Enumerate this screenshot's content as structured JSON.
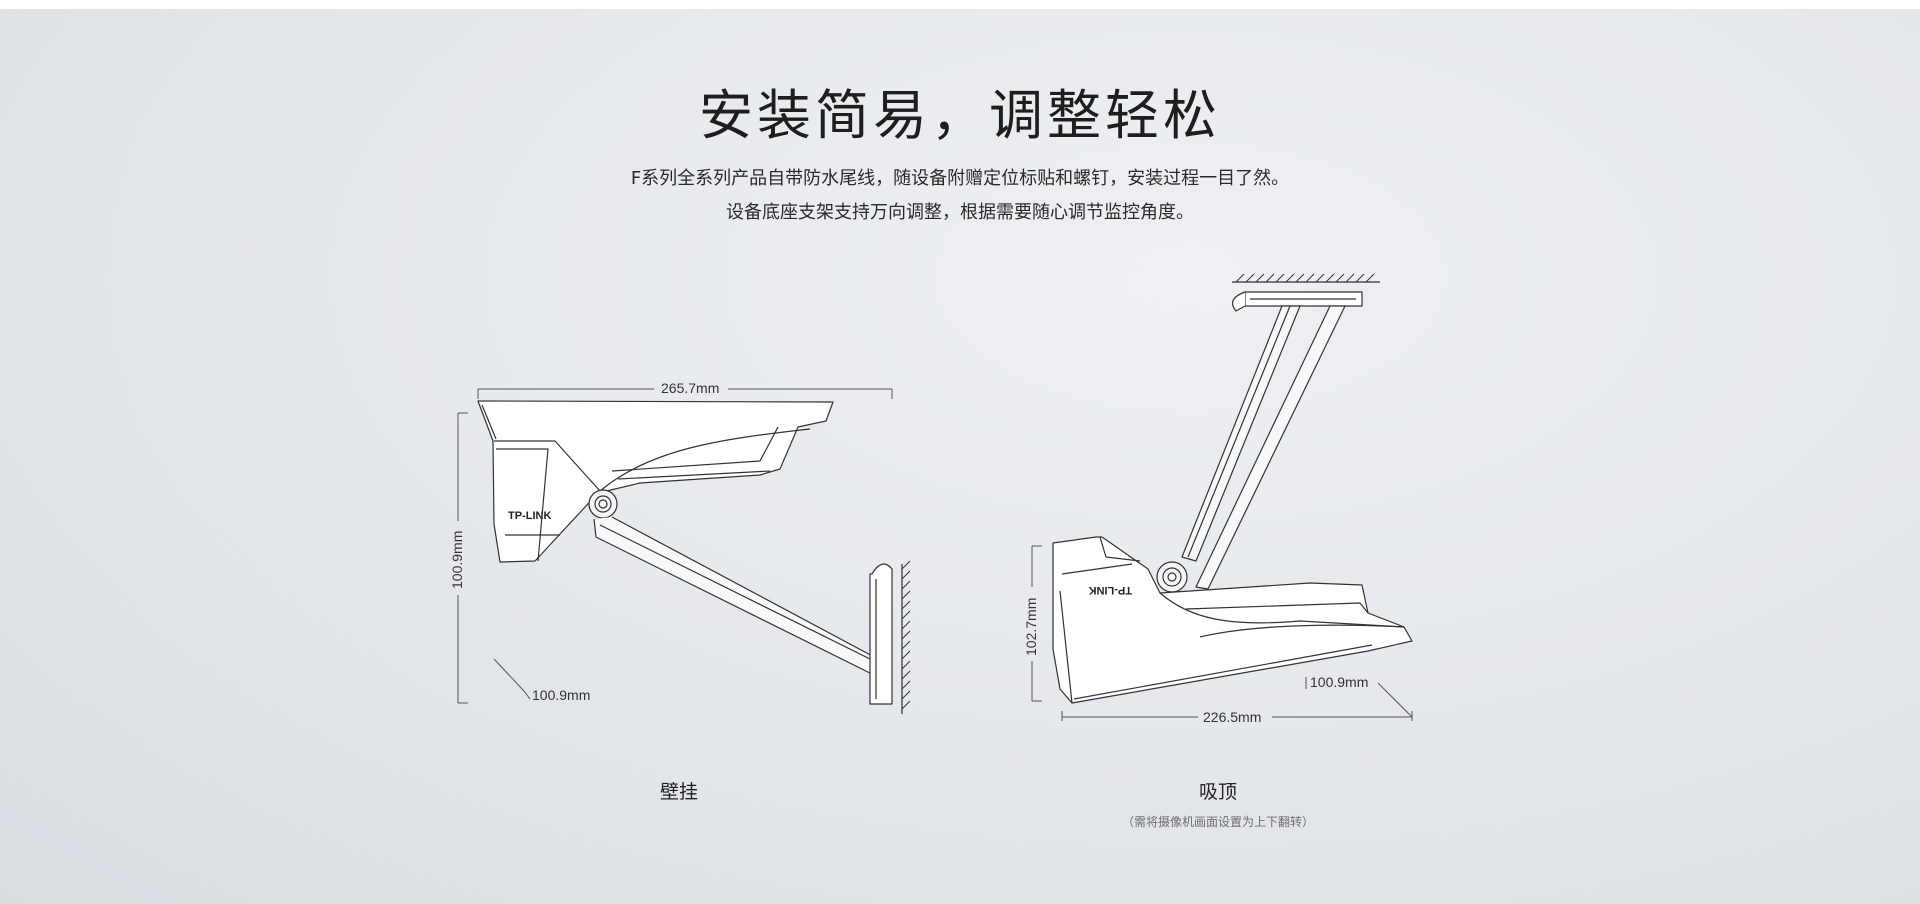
{
  "headline": "安装简易，调整轻松",
  "intro": {
    "line1": "F系列全系列产品自带防水尾线，随设备附赠定位标贴和螺钉，安装过程一目了然。",
    "line2": "设备底座支架支持万向调整，根据需要随心调节监控角度。"
  },
  "wall_mount": {
    "caption": "壁挂",
    "brand": "TP-LINK",
    "dim_length": "265.7mm",
    "dim_height": "100.9mm",
    "dim_depth": "100.9mm"
  },
  "ceiling_mount": {
    "caption": "吸顶",
    "note": "（需将摄像机画面设置为上下翻转）",
    "brand": "TP-LINK",
    "dim_height": "102.7mm",
    "dim_length": "226.5mm",
    "dim_depth": "100.9mm"
  },
  "colors": {
    "background": "#e6e9ed",
    "line": "#333333"
  }
}
